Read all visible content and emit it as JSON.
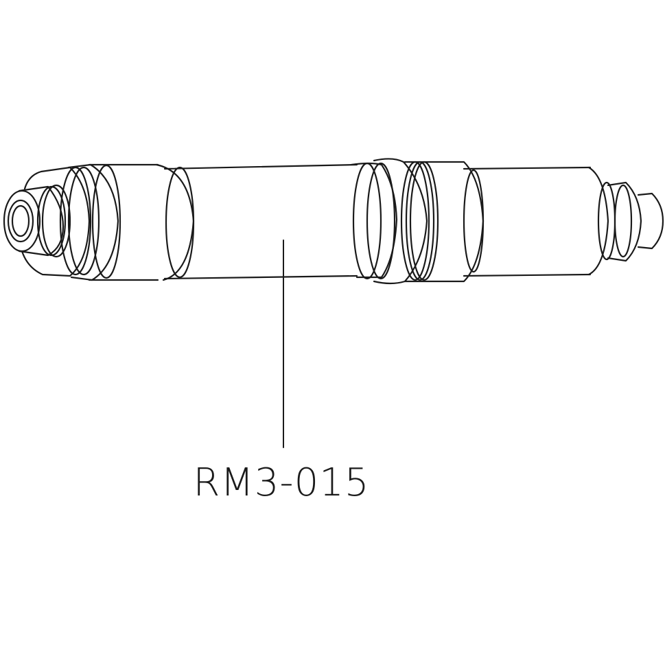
{
  "diagram": {
    "type": "technical-line-drawing",
    "subject": "axle / spindle part",
    "callouts": [
      {
        "label": "RM3-015",
        "target": "axle-body"
      }
    ],
    "colors": {
      "line": "#1a1a1a",
      "background": "#ffffff"
    }
  }
}
